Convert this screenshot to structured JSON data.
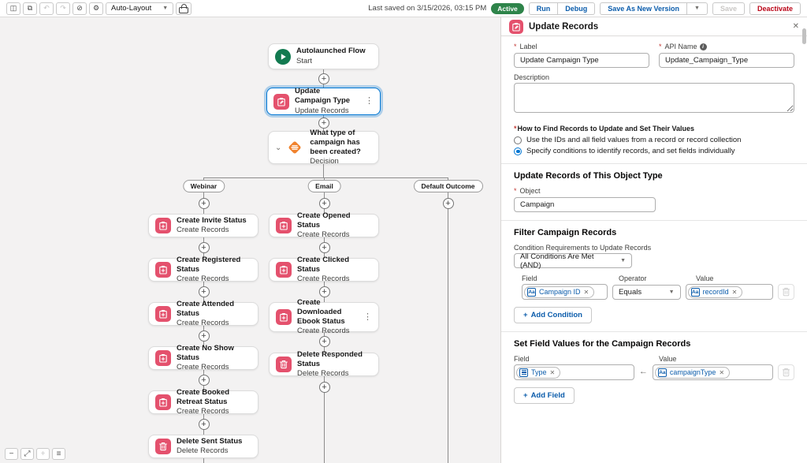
{
  "glyphs": {
    "plus": "+",
    "close": "✕",
    "ellipsis": "⋮",
    "chevron_down": "⌄",
    "caret": "▼",
    "info": "i",
    "arrow_left": "←",
    "required": "*",
    "aa": "Aa"
  },
  "colors": {
    "accent_blue": "#0176d3",
    "data_pink": "#e4516d",
    "logic_orange": "#f0822d",
    "start_green": "#127a50",
    "active_green": "#2e844a",
    "danger_red": "#ba0517"
  },
  "toolbar": {
    "left_icons": [
      {
        "name": "toggle-panel-icon",
        "glyph": "◫",
        "disabled": false
      },
      {
        "name": "copy-icon",
        "glyph": "⧉",
        "disabled": false
      },
      {
        "name": "undo-icon",
        "glyph": "↶",
        "disabled": true
      },
      {
        "name": "redo-icon",
        "glyph": "↷",
        "disabled": true
      },
      {
        "name": "view-errors-icon",
        "glyph": "⊘",
        "disabled": false
      },
      {
        "name": "settings-icon",
        "glyph": "⚙",
        "disabled": false
      }
    ],
    "layout_select": "Auto-Layout",
    "last_saved": "Last saved on 3/15/2026, 03:15 PM",
    "status_badge": "Active",
    "run": "Run",
    "debug": "Debug",
    "save_as_new_version": "Save As New Version",
    "save": "Save",
    "deactivate": "Deactivate"
  },
  "canvas": {
    "start_node": {
      "title": "Autolaunched Flow",
      "subtitle": "Start"
    },
    "trunk_nodes": [
      {
        "title": "Update Campaign Type",
        "subtitle": "Update Records",
        "type": "update",
        "selected": true,
        "menu": true
      },
      {
        "title": "What type of campaign has been created?",
        "subtitle": "Decision",
        "type": "decision",
        "collapse": true
      }
    ],
    "branches": [
      {
        "label": "Webinar",
        "nodes": [
          {
            "title": "Create Invite Status",
            "subtitle": "Create Records",
            "type": "create"
          },
          {
            "title": "Create Registered Status",
            "subtitle": "Create Records",
            "type": "create"
          },
          {
            "title": "Create Attended Status",
            "subtitle": "Create Records",
            "type": "create"
          },
          {
            "title": "Create No Show Status",
            "subtitle": "Create Records",
            "type": "create"
          },
          {
            "title": "Create Booked Retreat Status",
            "subtitle": "Create Records",
            "type": "create"
          },
          {
            "title": "Delete Sent Status",
            "subtitle": "Delete Records",
            "type": "delete"
          }
        ]
      },
      {
        "label": "Email",
        "nodes": [
          {
            "title": "Create Opened Status",
            "subtitle": "Create Records",
            "type": "create"
          },
          {
            "title": "Create Clicked Status",
            "subtitle": "Create Records",
            "type": "create"
          },
          {
            "title": "Create Downloaded Ebook Status",
            "subtitle": "Create Records",
            "type": "create",
            "menu": true
          },
          {
            "title": "Delete Responded Status",
            "subtitle": "Delete Records",
            "type": "delete"
          }
        ]
      },
      {
        "label": "Default Outcome",
        "nodes": []
      }
    ],
    "zoom_controls": [
      {
        "name": "zoom-out-button",
        "glyph": "−",
        "disabled": false
      },
      {
        "name": "expand-view-button",
        "glyph": "⤢",
        "disabled": false
      },
      {
        "name": "zoom-in-button",
        "glyph": "+",
        "disabled": true
      },
      {
        "name": "fit-view-button",
        "glyph": "≡",
        "disabled": false
      }
    ]
  },
  "panel": {
    "title": "Update Records",
    "label_field": {
      "label": "Label",
      "value": "Update Campaign Type"
    },
    "api_field": {
      "label": "API Name",
      "value": "Update_Campaign_Type"
    },
    "description": {
      "label": "Description",
      "value": ""
    },
    "how_to": {
      "heading": "How to Find Records to Update and Set Their Values",
      "options": [
        {
          "label": "Use the IDs and all field values from a record or record collection",
          "selected": false
        },
        {
          "label": "Specify conditions to identify records, and set fields individually",
          "selected": true
        }
      ]
    },
    "object_section": {
      "heading": "Update Records of This Object Type",
      "object_label": "Object",
      "object_value": "Campaign"
    },
    "filter_section": {
      "heading": "Filter Campaign Records",
      "cond_req_label": "Condition Requirements to Update Records",
      "cond_req_value": "All Conditions Are Met (AND)",
      "field_col": "Field",
      "operator_col": "Operator",
      "value_col": "Value",
      "condition": {
        "field_pill": "Campaign ID",
        "operator": "Equals",
        "value_pill": "recordId"
      },
      "add_condition": "Add Condition"
    },
    "set_section": {
      "heading": "Set Field Values for the Campaign Records",
      "field_label": "Field",
      "value_label": "Value",
      "field_pill": "Type",
      "value_pill": "campaignType",
      "add_field": "Add Field"
    }
  }
}
